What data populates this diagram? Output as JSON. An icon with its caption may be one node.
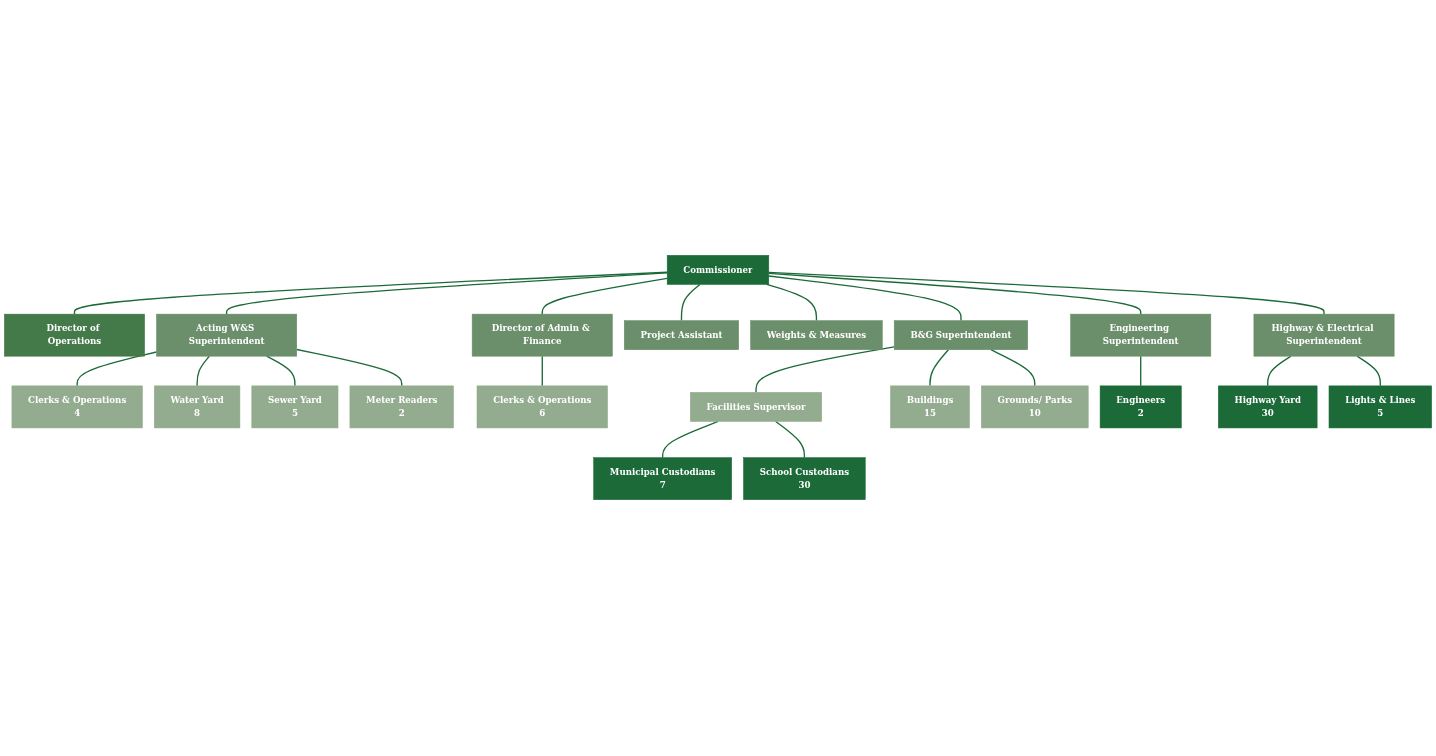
{
  "diagram": {
    "nodes": [
      {
        "text": [
          "Commissioner"
        ]
      },
      {
        "text": [
          "Director of Operations"
        ]
      },
      {
        "text": [
          "Acting W&S Superintendent"
        ]
      },
      {
        "text": [
          "Director of Admin & Finance"
        ]
      },
      {
        "text": [
          "Project Assistant"
        ]
      },
      {
        "text": [
          "Weights & Measures"
        ]
      },
      {
        "text": [
          "B&G Superintendent"
        ]
      },
      {
        "text": [
          "Highway & Electrical Superintendent"
        ]
      },
      {
        "text": [
          "Engineering Superintendent"
        ]
      },
      {
        "text": [
          "Clerks & Operations",
          "4"
        ]
      },
      {
        "text": [
          "Water Yard",
          "8"
        ]
      },
      {
        "text": [
          "Sewer Yard",
          "5"
        ]
      },
      {
        "text": [
          "Meter Readers",
          "2"
        ]
      },
      {
        "text": [
          "Clerks & Operations",
          "6"
        ]
      },
      {
        "text": [
          "Facilities Supervisor"
        ]
      },
      {
        "text": [
          "Buildings",
          "15"
        ]
      },
      {
        "text": [
          "Grounds/ Parks",
          "10"
        ]
      },
      {
        "text": [
          "Engineers",
          "2"
        ]
      },
      {
        "text": [
          "Municipal Custodians",
          "7"
        ]
      },
      {
        "text": [
          "School Custodians",
          "30"
        ]
      },
      {
        "text": [
          "Highway Yard",
          "30"
        ]
      },
      {
        "text": [
          "Lights & Lines",
          "5"
        ]
      }
    ],
    "edges": [
      {
        "from": 0,
        "to": 1,
        "arrow": "none"
      },
      {
        "from": 0,
        "to": 2,
        "arrow": "none"
      },
      {
        "from": 0,
        "to": 3,
        "arrow": "none"
      },
      {
        "from": 0,
        "to": 4,
        "arrow": "none"
      },
      {
        "from": 0,
        "to": 5,
        "arrow": "none"
      },
      {
        "from": 0,
        "to": 6,
        "arrow": "none"
      },
      {
        "from": 0,
        "to": 7,
        "arrow": "none"
      },
      {
        "from": 0,
        "to": 8,
        "arrow": "none"
      },
      {
        "from": 2,
        "to": 9,
        "arrow": "none"
      },
      {
        "from": 2,
        "to": 10,
        "arrow": "none"
      },
      {
        "from": 2,
        "to": 11,
        "arrow": "none"
      },
      {
        "from": 2,
        "to": 12,
        "arrow": "none"
      },
      {
        "from": 3,
        "to": 13,
        "arrow": "none"
      },
      {
        "from": 6,
        "to": 14,
        "arrow": "none"
      },
      {
        "from": 6,
        "to": 15,
        "arrow": "none"
      },
      {
        "from": 6,
        "to": 16,
        "arrow": "none"
      },
      {
        "from": 8,
        "to": 17,
        "arrow": "none"
      },
      {
        "from": 14,
        "to": 18,
        "arrow": "none"
      },
      {
        "from": 14,
        "to": 19,
        "arrow": "none"
      },
      {
        "from": 7,
        "to": 20,
        "arrow": "none"
      },
      {
        "from": 7,
        "to": 21,
        "arrow": "none"
      }
    ]
  }
}
